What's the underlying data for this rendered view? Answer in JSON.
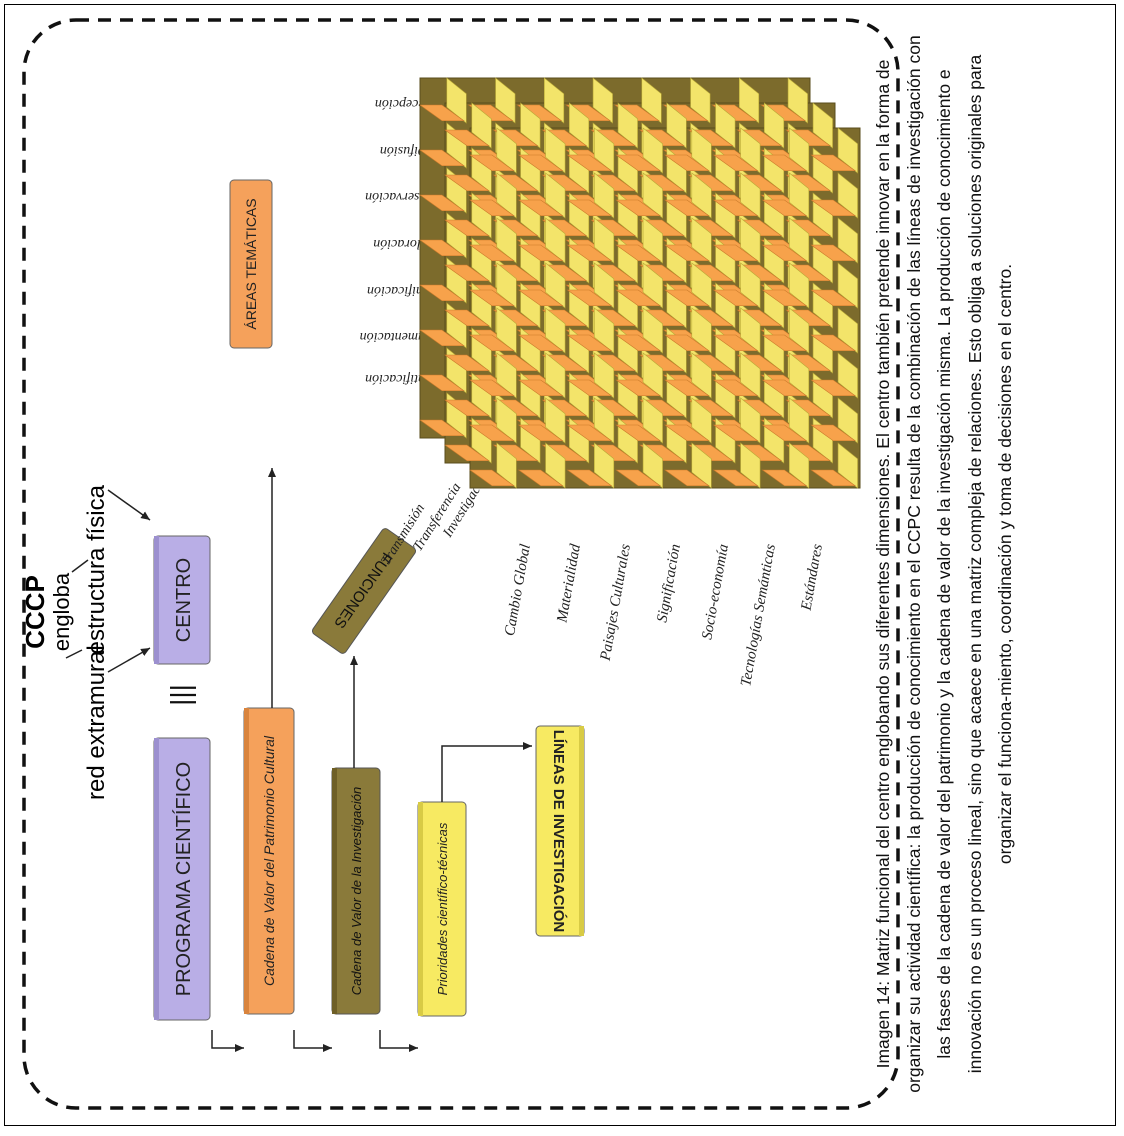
{
  "colors": {
    "lavender": "#b9aee6",
    "orange": "#f5a15b",
    "olive": "#8a7a3a",
    "yellow": "#f7ea62",
    "cube_dark": "#7c6b2c",
    "cube_orange": "#f7a24b",
    "cube_yellow": "#f3e46a"
  },
  "header": {
    "ccp": "CCCP",
    "engloba": "engloba",
    "red_extramural": "red extramural",
    "estructura_fisica": "estructura física"
  },
  "boxes": {
    "programa": "PROGRAMA CIENTÍFICO",
    "centro": "CENTRO",
    "equiv": "|||",
    "cadena_patrimonio": "Cadena de Valor del Patrimonio Cultural",
    "cadena_investigacion": "Cadena de Valor de la Investigación",
    "prioridades": "Prioridades científico-técnicas",
    "lineas": "LÍNEAS DE INVESTIGACIÓN",
    "areas": "ÁREAS TEMÁTICAS",
    "funciones": "FUNCIONES"
  },
  "funciones_items": [
    "Transmisión",
    "Transferencia",
    "Investigación"
  ],
  "areas_items": [
    "Identificación",
    "Documentación",
    "Significación",
    "Valoración",
    "Conservación",
    "Difusión",
    "Recepción"
  ],
  "lineas_items": [
    "Cambio Global",
    "Materialidad",
    "Paisajes Culturales",
    "Significación",
    "Socio-economía",
    "Tecnologías Semánticas",
    "Estándares"
  ],
  "caption": "Imagen 14: Matriz funcional del centro englobando sus diferentes dimensiones. El centro también pretende innovar en la forma de organizar su actividad científica: la producción de conocimiento en el CCPC resulta de la combinación de las líneas de investigación con las fases de la cadena de valor del patrimonio y la cadena de valor de la investigación misma. La producción de conocimiento e innovación no es un proceso lineal, sino que acaece en una matriz compleja de relaciones. Esto obliga a soluciones originales para organizar el funciona-miento, coordinación y toma de decisiones en el centro."
}
